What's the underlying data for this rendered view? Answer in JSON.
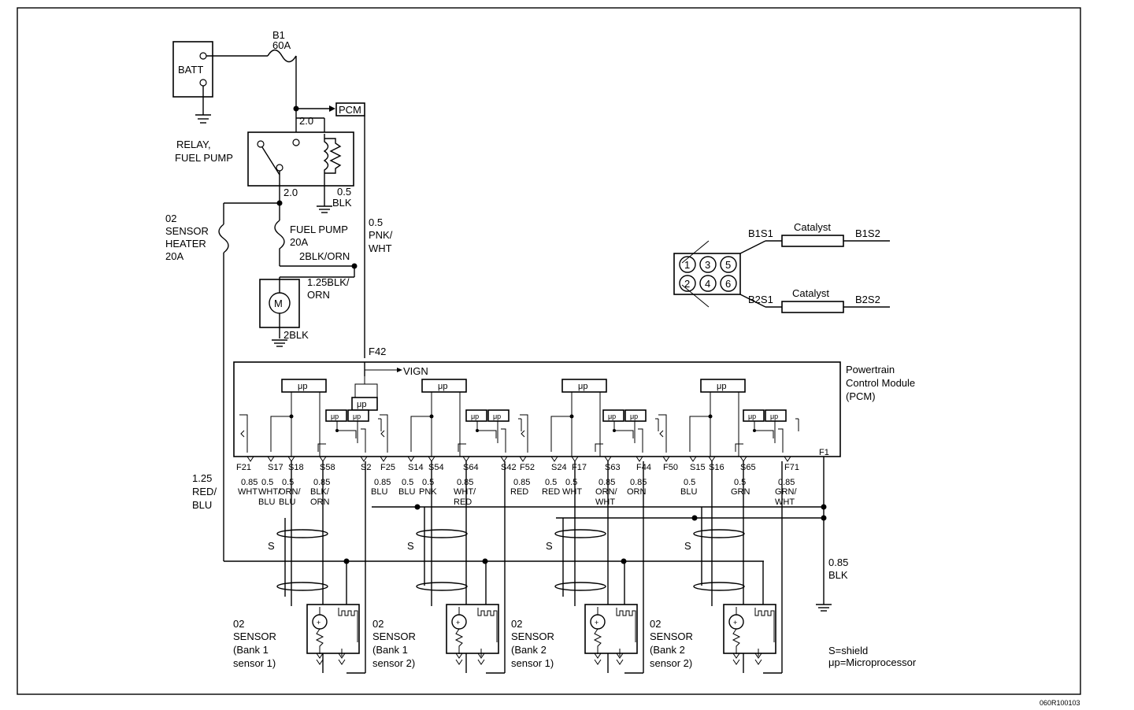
{
  "battery": {
    "label": "BATT"
  },
  "fuse_b1": {
    "name": "B1",
    "rating": "60A"
  },
  "pcm_tag": "PCM",
  "wire_2_0": "2.0",
  "relay": {
    "line1": "RELAY,",
    "line2": "FUEL PUMP"
  },
  "relay_out_gauge": "2.0",
  "relay_gnd": {
    "gauge": "0.5",
    "color": "BLK"
  },
  "o2_heater_fuse": {
    "l1": "02",
    "l2": "SENSOR",
    "l3": "HEATER",
    "l4": "20A"
  },
  "fuel_pump_fuse": {
    "l1": "FUEL PUMP",
    "l2": "20A"
  },
  "wire_2blk_orn": "2BLK/ORN",
  "pump_feed": {
    "l1": "1.25BLK/",
    "l2": "ORN"
  },
  "pump_motor": "M",
  "pump_gnd": "2BLK",
  "pnk_wire": {
    "l1": "0.5",
    "l2": "PNK/",
    "l3": "WHT"
  },
  "pin_f42": "F42",
  "vign": "VIGN",
  "pcm_label": {
    "l1": "Powertrain",
    "l2": "Control Module",
    "l3": "(PCM)"
  },
  "pin_f1": "F1",
  "micro": "μp",
  "pins": [
    {
      "id": "F21",
      "g": "0.85",
      "c": "WHT"
    },
    {
      "id": "S17",
      "g": "0.5",
      "c": "WHT/ BLU"
    },
    {
      "id": "S18",
      "g": "0.5",
      "c": "ORN/ BLU"
    },
    {
      "id": "S58",
      "g": "0.85",
      "c": "BLK/ ORN"
    },
    {
      "id": "S2",
      "g": "",
      "c": ""
    },
    {
      "id": "F25",
      "g": "0.85",
      "c": "BLU"
    },
    {
      "id": "S14",
      "g": "0.5",
      "c": "BLU"
    },
    {
      "id": "S54",
      "g": "0.5",
      "c": "PNK"
    },
    {
      "id": "S64",
      "g": "0.85",
      "c": "WHT/ RED"
    },
    {
      "id": "S42",
      "g": "",
      "c": ""
    },
    {
      "id": "F52",
      "g": "0.85",
      "c": "RED"
    },
    {
      "id": "S24",
      "g": "0.5",
      "c": "RED"
    },
    {
      "id": "F17",
      "g": "0.5",
      "c": "WHT"
    },
    {
      "id": "S63",
      "g": "0.85",
      "c": "ORN/ WHT"
    },
    {
      "id": "F44",
      "g": "0.85",
      "c": "ORN"
    },
    {
      "id": "F50",
      "g": "",
      "c": ""
    },
    {
      "id": "S15",
      "g": "0.5",
      "c": "BLU"
    },
    {
      "id": "S16",
      "g": "",
      "c": ""
    },
    {
      "id": "S65",
      "g": "0.5",
      "c": "GRN"
    },
    {
      "id": "F71",
      "g": "0.85",
      "c": "GRN/ WHT"
    }
  ],
  "red_blu": {
    "l1": "1.25",
    "l2": "RED/",
    "l3": "BLU"
  },
  "shield_mark": "S",
  "gnd_blk": {
    "l1": "0.85",
    "l2": "BLK"
  },
  "sensors": [
    {
      "l1": "02",
      "l2": "SENSOR",
      "l3": "(Bank 1",
      "l4": "sensor 1)"
    },
    {
      "l1": "02",
      "l2": "SENSOR",
      "l3": "(Bank 1",
      "l4": "sensor 2)"
    },
    {
      "l1": "02",
      "l2": "SENSOR",
      "l3": "(Bank 2",
      "l4": "sensor 1)"
    },
    {
      "l1": "02",
      "l2": "SENSOR",
      "l3": "(Bank 2",
      "l4": "sensor 2)"
    }
  ],
  "legend": {
    "shield": "S=shield",
    "micro": "μp=Microprocessor"
  },
  "engine": {
    "cylinders": [
      "1",
      "3",
      "5",
      "2",
      "4",
      "6"
    ],
    "b1s1": "B1S1",
    "b1s2": "B1S2",
    "b2s1": "B2S1",
    "b2s2": "B2S2",
    "catalyst": "Catalyst"
  },
  "doc_id": "060R100103"
}
